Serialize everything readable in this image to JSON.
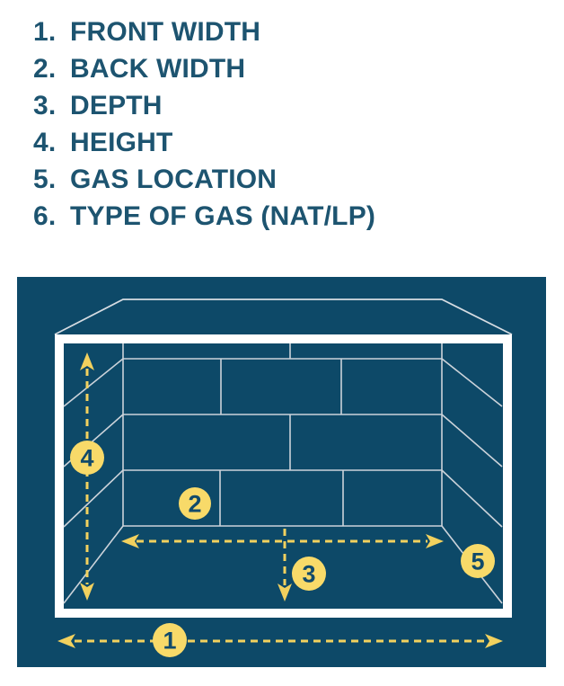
{
  "legend": {
    "items": [
      {
        "number": "1.",
        "label": "FRONT WIDTH"
      },
      {
        "number": "2.",
        "label": "BACK WIDTH"
      },
      {
        "number": "3.",
        "label": "DEPTH"
      },
      {
        "number": "4.",
        "label": "HEIGHT"
      },
      {
        "number": "5.",
        "label": "GAS LOCATION"
      },
      {
        "number": "6.",
        "label": "TYPE OF GAS (NAT/LP)"
      }
    ]
  },
  "diagram": {
    "markers": {
      "front_width": "1",
      "back_width": "2",
      "depth": "3",
      "height": "4",
      "gas_location": "5"
    },
    "colors": {
      "panel_background": "#0d4968",
      "opening_frame": "#ffffff",
      "brick_line": "#ccd3da",
      "arrow_yellow": "#f2d15e",
      "marker_fill": "#f8da69",
      "marker_number": "#114a6b",
      "legend_text": "#1d5470"
    }
  }
}
